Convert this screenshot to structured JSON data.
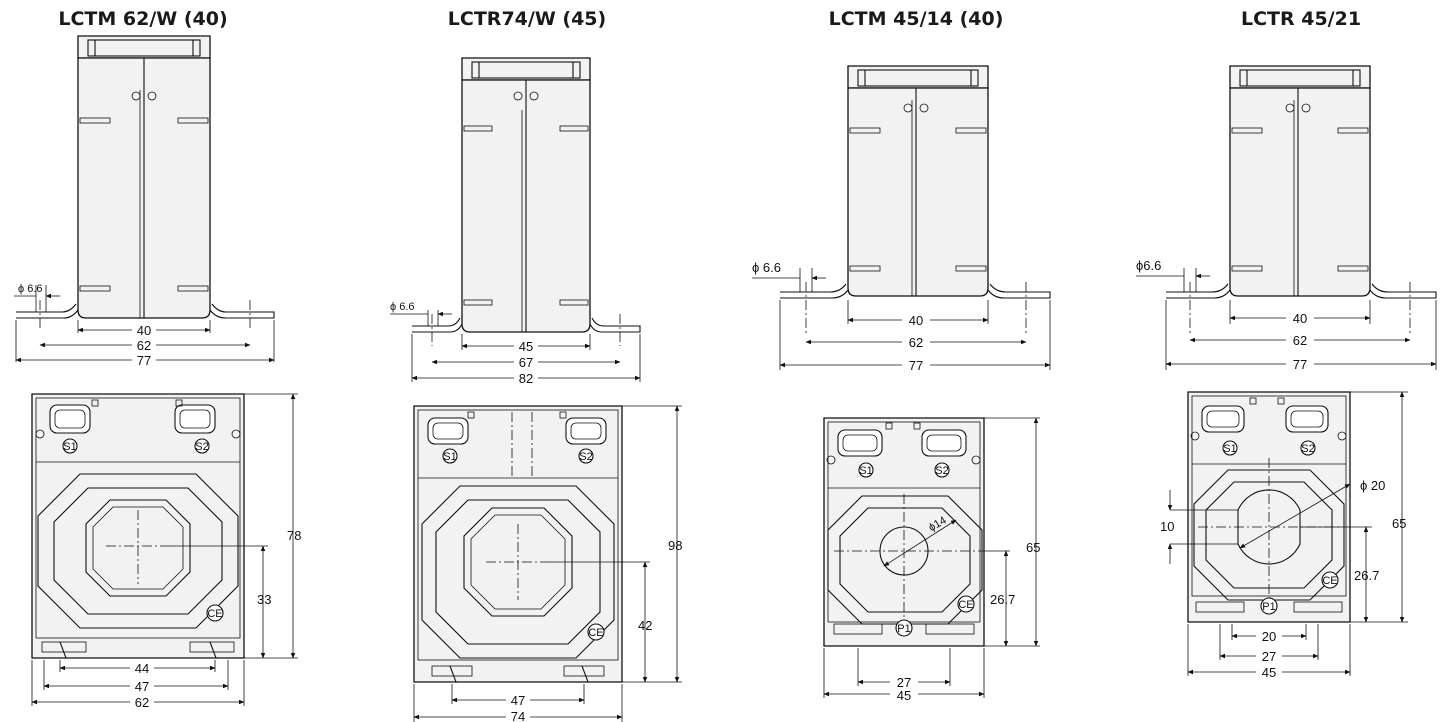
{
  "models": [
    {
      "title": "LCTM 62/W (40)",
      "side": {
        "hole": "ϕ 6.6",
        "widths": [
          "40",
          "62",
          "77"
        ]
      },
      "front": {
        "bottom": [
          "44",
          "47",
          "62"
        ],
        "height": "78",
        "center": "33",
        "terminals": [
          "S1",
          "S2"
        ]
      }
    },
    {
      "title": "LCTR74/W (45)",
      "side": {
        "hole": "ϕ 6.6",
        "widths": [
          "45",
          "67",
          "82"
        ]
      },
      "front": {
        "bottom": [
          "47",
          "74"
        ],
        "height": "98",
        "center": "42",
        "terminals": [
          "S1",
          "S2"
        ]
      }
    },
    {
      "title": "LCTM 45/14 (40)",
      "side": {
        "hole": "ϕ 6.6",
        "widths": [
          "40",
          "62",
          "77"
        ]
      },
      "front": {
        "bottom": [
          "27",
          "45"
        ],
        "height": "65",
        "center": "26.7",
        "aperture": "ϕ14",
        "terminals": [
          "S1",
          "S2",
          "P1"
        ]
      }
    },
    {
      "title": "LCTR 45/21",
      "side": {
        "hole": "ϕ6.6",
        "widths": [
          "40",
          "62",
          "77"
        ]
      },
      "front": {
        "bottom": [
          "20",
          "27",
          "45"
        ],
        "height": "65",
        "center": "26.7",
        "aperture": "ϕ 20",
        "slot": "10",
        "terminals": [
          "S1",
          "S2",
          "P1"
        ]
      }
    }
  ],
  "marks": {
    "ce": "CE"
  }
}
